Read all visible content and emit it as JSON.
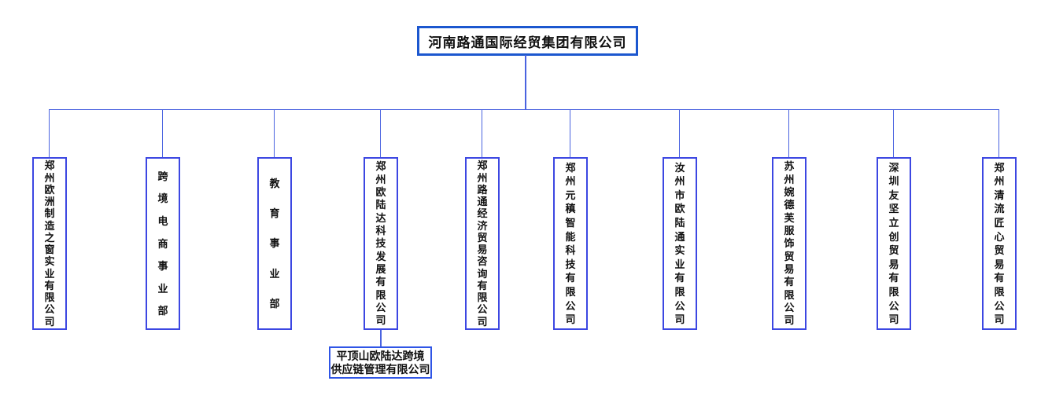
{
  "org": {
    "root": {
      "label": "河南路通国际经贸集团有限公司"
    },
    "children": [
      {
        "label": "郑州欧洲制造之窗实业有限公司"
      },
      {
        "label": "跨境电商事业部"
      },
      {
        "label": "教育事业部"
      },
      {
        "label": "郑州欧陆达科技发展有限公司"
      },
      {
        "label": "郑州路通经济贸易咨询有限公司"
      },
      {
        "label": "郑州元稹智能科技有限公司"
      },
      {
        "label": "汝州市欧陆通实业有限公司"
      },
      {
        "label": "苏州婉德芙服饰贸易有限公司"
      },
      {
        "label": "深圳友坚立创贸易有限公司"
      },
      {
        "label": "郑州清流匠心贸易有限公司"
      }
    ],
    "grandchild": {
      "line1": "平顶山欧陆达跨境",
      "line2": "供应链管理有限公司"
    }
  },
  "colors": {
    "line": "#4a63e0",
    "root_border": "#1c57cf",
    "child_border": "#3c47e2",
    "sub_border": "#2f55e6",
    "text": "#111111"
  }
}
